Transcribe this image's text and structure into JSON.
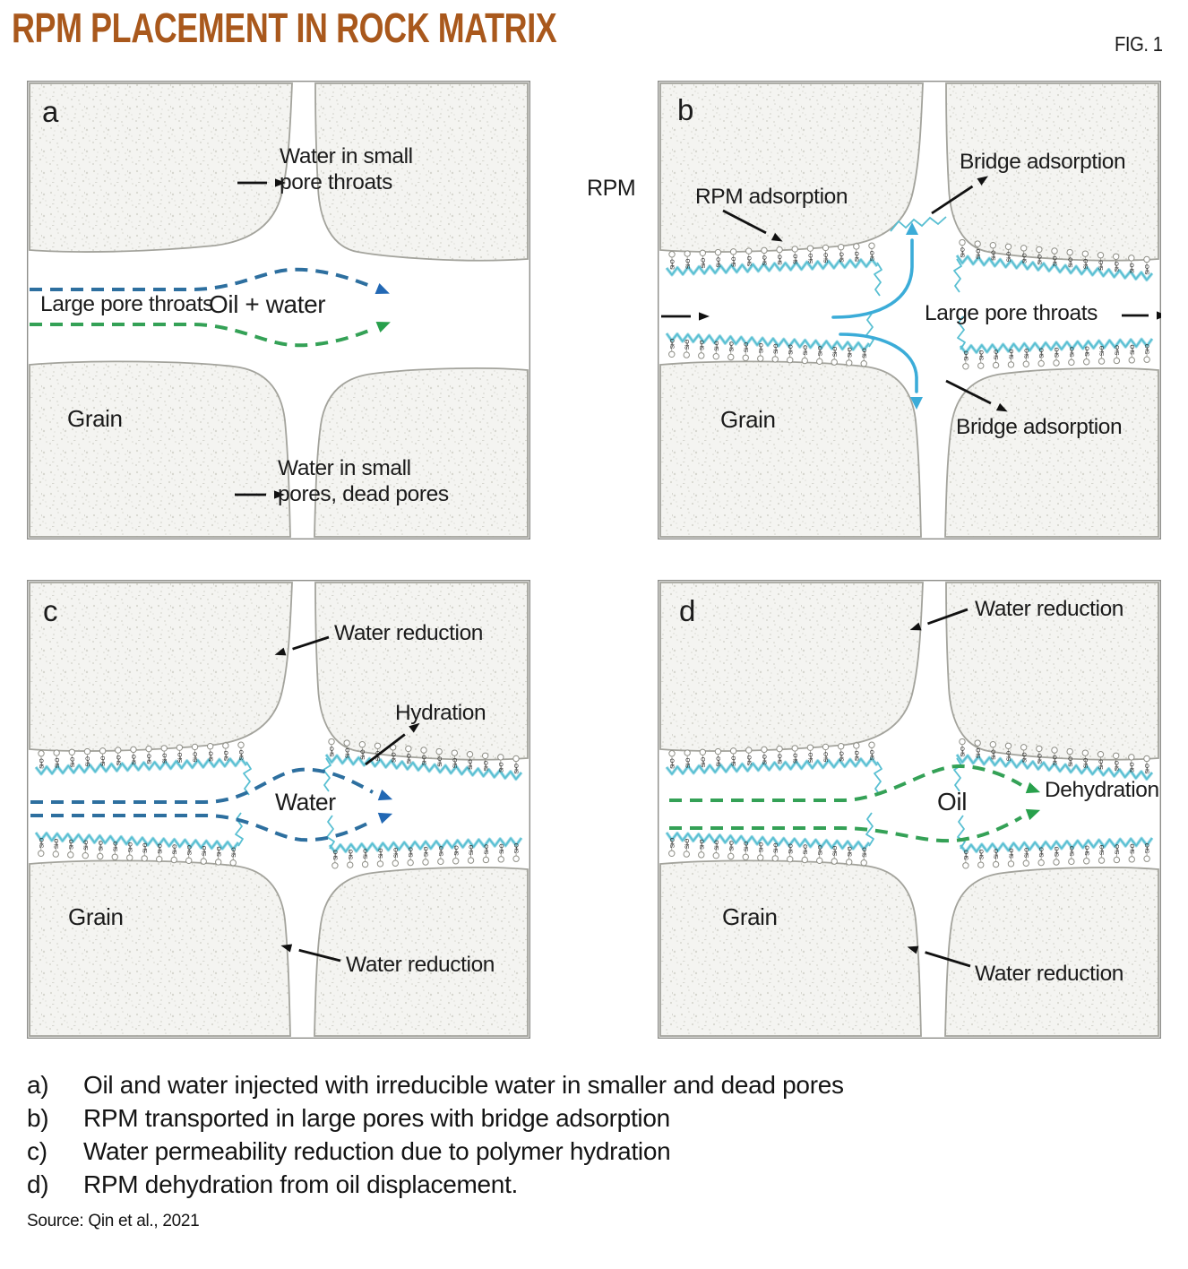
{
  "header": {
    "title": "RPM PLACEMENT IN ROCK MATRIX",
    "fig_label": "FIG. 1"
  },
  "rpm_label": "RPM",
  "polymer": {
    "unit_label": "Si-O"
  },
  "colors": {
    "title_accent": "#a9581c",
    "text": "#1b1b1b",
    "polymer": "#58bfd2",
    "polymer_light": "#a7dde8",
    "pendant_gray": "#8f8f87",
    "flow_blue": "#2d6f9f",
    "flow_blue_head": "#2268b4",
    "flow_green": "#34a156",
    "flow_green_head": "#28a04c",
    "rpm_arrow": "#3bacd8",
    "grain_fill": "#f4f4f1",
    "grain_stroke": "#a3a39c",
    "speckle": "#d7d7d0",
    "panel_border": "#8e8e8a",
    "black_arrow": "#111111"
  },
  "panels": {
    "a": {
      "letter": "a",
      "water_top_1": "Water in small",
      "water_top_2": "pore throats",
      "large_pore": "Large pore throats",
      "oil_water": "Oil + water",
      "grain": "Grain",
      "water_bottom_1": "Water in small",
      "water_bottom_2": "pores, dead pores"
    },
    "b": {
      "letter": "b",
      "rpm_adsorption": "RPM adsorption",
      "bridge_top": "Bridge adsorption",
      "large_pore": "Large pore throats",
      "bridge_bottom": "Bridge adsorption",
      "grain": "Grain"
    },
    "c": {
      "letter": "c",
      "water_reduction_top": "Water reduction",
      "hydration": "Hydration",
      "water": "Water",
      "grain": "Grain",
      "water_reduction_bottom": "Water reduction"
    },
    "d": {
      "letter": "d",
      "water_reduction_top": "Water reduction",
      "dehydration": "Dehydration",
      "oil": "Oil",
      "grain": "Grain",
      "water_reduction_bottom": "Water reduction"
    }
  },
  "caption": {
    "items": [
      {
        "marker": "a)",
        "text": "Oil and water injected with irreducible water in smaller and dead pores"
      },
      {
        "marker": "b)",
        "text": "RPM transported in large pores with bridge adsorption"
      },
      {
        "marker": "c)",
        "text": "Water permeability reduction due to polymer hydration"
      },
      {
        "marker": "d)",
        "text": "RPM dehydration from oil displacement."
      }
    ],
    "source": "Source: Qin et al., 2021"
  }
}
